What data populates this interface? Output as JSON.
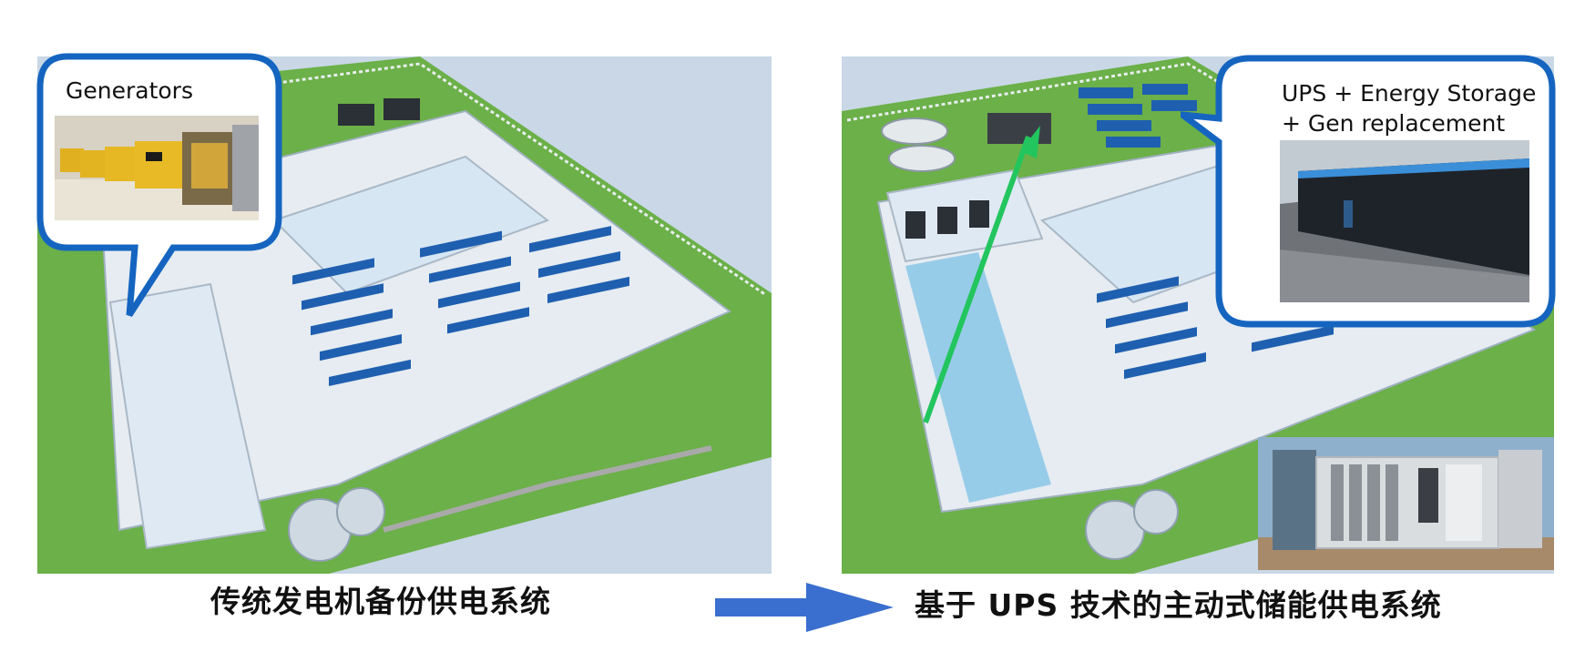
{
  "left_panel": {
    "callout_label": "Generators",
    "caption": "传统发电机备份供电系统"
  },
  "right_panel": {
    "callout_label_line1": "UPS + Energy Storage",
    "callout_label_line2": "+ Gen replacement",
    "caption": "基于 UPS 技术的主动式储能供电系统"
  },
  "colors": {
    "callout_border": "#1565c0",
    "flow_arrow": "#3a6fcf",
    "path_arrow": "#22c55e",
    "grass": "#6bb048",
    "rack_blue": "#1f5fb0"
  }
}
